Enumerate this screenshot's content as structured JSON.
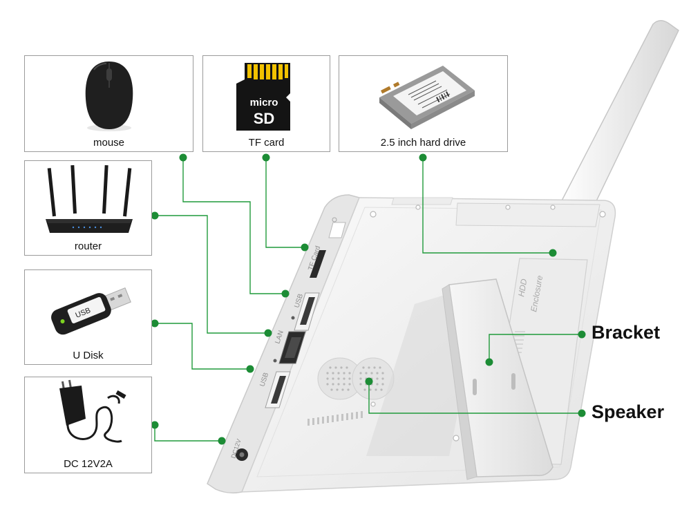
{
  "devices": [
    {
      "id": "mouse",
      "label": "mouse",
      "icon": "mouse-icon"
    },
    {
      "id": "tf",
      "label": "TF card",
      "icon": "microsd-card-icon",
      "card_text_1": "micro",
      "card_text_2": "SD"
    },
    {
      "id": "hdd",
      "label": "2.5 inch hard drive",
      "icon": "hard-drive-icon"
    },
    {
      "id": "router",
      "label": "router",
      "icon": "wifi-router-icon"
    },
    {
      "id": "udisk",
      "label": "U Disk",
      "icon": "usb-flash-drive-icon",
      "stick_text": "USB"
    },
    {
      "id": "dc",
      "label": "DC 12V2A",
      "icon": "power-adapter-icon"
    }
  ],
  "callouts": {
    "bracket": "Bracket",
    "speaker": "Speaker"
  },
  "ports": {
    "tf_card": "TF Card",
    "usb_top": "USB",
    "lan": "LAN",
    "usb_bottom": "USB",
    "dc": "DC12V"
  },
  "enclosure_label_1": "HDD",
  "enclosure_label_2": "Enclosure",
  "colors": {
    "connector": "#1f9a3a",
    "dot": "#1c8c35",
    "box_border": "#9a9a9a",
    "device_body": "#f2f2f2"
  }
}
